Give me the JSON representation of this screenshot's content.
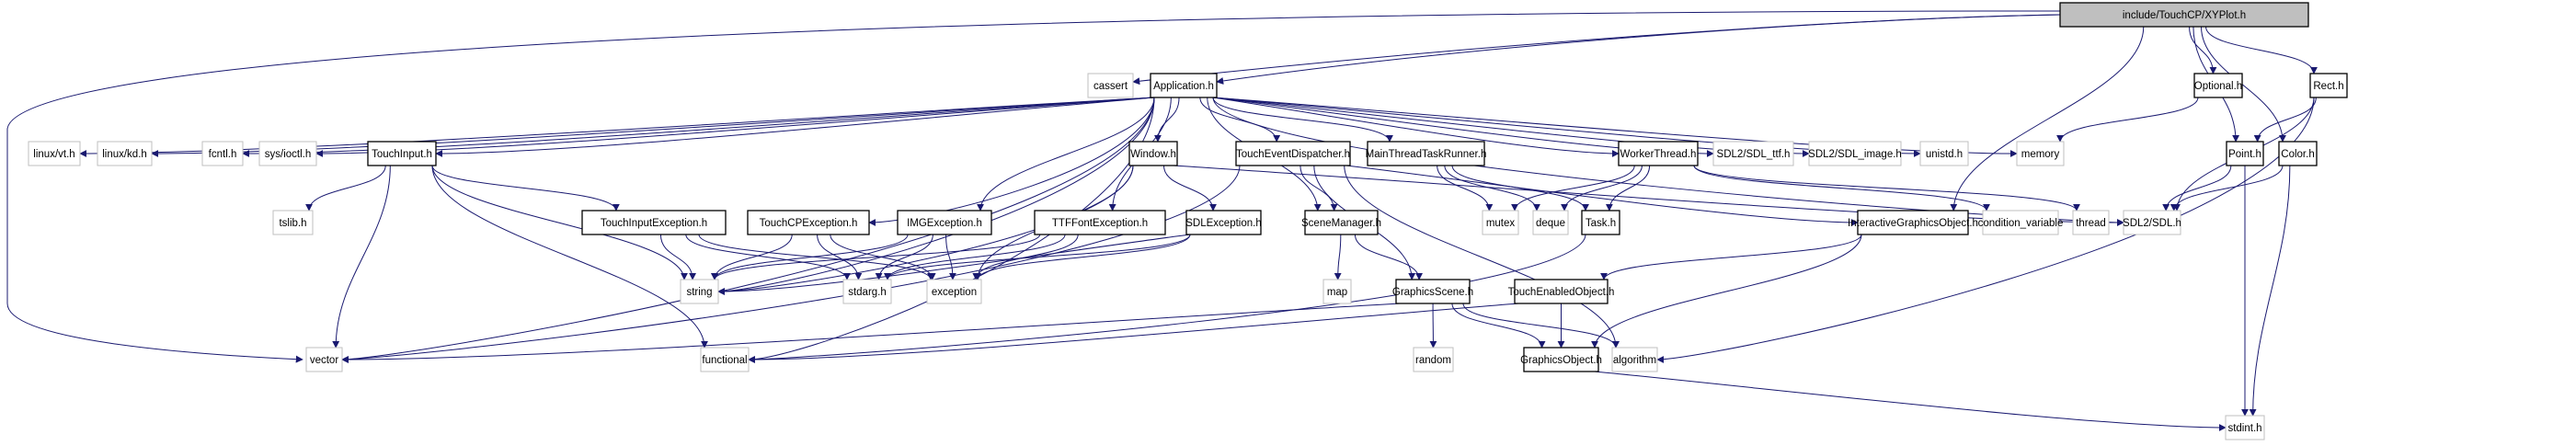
{
  "title": "include/TouchCP/XYPlot.h",
  "graph": {
    "edge_color": "#191970",
    "root_fill": "#bfbfbf",
    "internal_border": "#000000",
    "external_border": "#bfbfbf",
    "nodes": [
      {
        "id": "xyplot",
        "label": "include/TouchCP/XYPlot.h",
        "kind": "root"
      },
      {
        "id": "cassert",
        "label": "cassert",
        "kind": "external"
      },
      {
        "id": "application",
        "label": "Application.h",
        "kind": "internal"
      },
      {
        "id": "optional",
        "label": "Optional.h",
        "kind": "internal"
      },
      {
        "id": "rect",
        "label": "Rect.h",
        "kind": "internal"
      },
      {
        "id": "linuxvt",
        "label": "linux/vt.h",
        "kind": "external"
      },
      {
        "id": "linuxkd",
        "label": "linux/kd.h",
        "kind": "external"
      },
      {
        "id": "fcntl",
        "label": "fcntl.h",
        "kind": "external"
      },
      {
        "id": "sysioctl",
        "label": "sys/ioctl.h",
        "kind": "external"
      },
      {
        "id": "touchinput",
        "label": "TouchInput.h",
        "kind": "internal"
      },
      {
        "id": "window",
        "label": "Window.h",
        "kind": "internal"
      },
      {
        "id": "toucheventdispatcher",
        "label": "TouchEventDispatcher.h",
        "kind": "internal"
      },
      {
        "id": "mainthreadtaskrunner",
        "label": "MainThreadTaskRunner.h",
        "kind": "internal"
      },
      {
        "id": "workerthread",
        "label": "WorkerThread.h",
        "kind": "internal"
      },
      {
        "id": "sdlttf",
        "label": "SDL2/SDL_ttf.h",
        "kind": "external"
      },
      {
        "id": "sdlimage",
        "label": "SDL2/SDL_image.h",
        "kind": "external"
      },
      {
        "id": "unistd",
        "label": "unistd.h",
        "kind": "external"
      },
      {
        "id": "memory",
        "label": "memory",
        "kind": "external"
      },
      {
        "id": "point",
        "label": "Point.h",
        "kind": "internal"
      },
      {
        "id": "color",
        "label": "Color.h",
        "kind": "internal"
      },
      {
        "id": "tslib",
        "label": "tslib.h",
        "kind": "external"
      },
      {
        "id": "touchinputexception",
        "label": "TouchInputException.h",
        "kind": "internal"
      },
      {
        "id": "touchcpexception",
        "label": "TouchCPException.h",
        "kind": "internal"
      },
      {
        "id": "imgexception",
        "label": "IMGException.h",
        "kind": "internal"
      },
      {
        "id": "ttffontexception",
        "label": "TTFFontException.h",
        "kind": "internal"
      },
      {
        "id": "sdlexception",
        "label": "SDLException.h",
        "kind": "internal"
      },
      {
        "id": "scenemanager",
        "label": "SceneManager.h",
        "kind": "internal"
      },
      {
        "id": "mutex",
        "label": "mutex",
        "kind": "external"
      },
      {
        "id": "deque",
        "label": "deque",
        "kind": "external"
      },
      {
        "id": "task",
        "label": "Task.h",
        "kind": "internal"
      },
      {
        "id": "interactivegraphicsobject",
        "label": "InteractiveGraphicsObject.h",
        "kind": "internal"
      },
      {
        "id": "conditionvariable",
        "label": "condition_variable",
        "kind": "external"
      },
      {
        "id": "thread",
        "label": "thread",
        "kind": "external"
      },
      {
        "id": "sdl",
        "label": "SDL2/SDL.h",
        "kind": "external"
      },
      {
        "id": "string",
        "label": "string",
        "kind": "external"
      },
      {
        "id": "stdarg",
        "label": "stdarg.h",
        "kind": "external"
      },
      {
        "id": "exception",
        "label": "exception",
        "kind": "external"
      },
      {
        "id": "map",
        "label": "map",
        "kind": "external"
      },
      {
        "id": "graphicsscene",
        "label": "GraphicsScene.h",
        "kind": "internal"
      },
      {
        "id": "touchenabledobject",
        "label": "TouchEnabledObject.h",
        "kind": "internal"
      },
      {
        "id": "vector",
        "label": "vector",
        "kind": "external"
      },
      {
        "id": "functional",
        "label": "functional",
        "kind": "external"
      },
      {
        "id": "random",
        "label": "random",
        "kind": "external"
      },
      {
        "id": "graphicsobject",
        "label": "GraphicsObject.h",
        "kind": "internal"
      },
      {
        "id": "algorithm",
        "label": "algorithm",
        "kind": "external"
      },
      {
        "id": "stdint",
        "label": "stdint.h",
        "kind": "external"
      }
    ],
    "edges": [
      [
        "xyplot",
        "cassert"
      ],
      [
        "xyplot",
        "application"
      ],
      [
        "xyplot",
        "optional"
      ],
      [
        "xyplot",
        "rect"
      ],
      [
        "xyplot",
        "point"
      ],
      [
        "xyplot",
        "color"
      ],
      [
        "xyplot",
        "vector"
      ],
      [
        "xyplot",
        "interactivegraphicsobject"
      ],
      [
        "application",
        "linuxvt"
      ],
      [
        "application",
        "linuxkd"
      ],
      [
        "application",
        "fcntl"
      ],
      [
        "application",
        "sysioctl"
      ],
      [
        "application",
        "touchinput"
      ],
      [
        "application",
        "window"
      ],
      [
        "application",
        "toucheventdispatcher"
      ],
      [
        "application",
        "mainthreadtaskrunner"
      ],
      [
        "application",
        "workerthread"
      ],
      [
        "application",
        "sdlttf"
      ],
      [
        "application",
        "sdlimage"
      ],
      [
        "application",
        "unistd"
      ],
      [
        "application",
        "memory"
      ],
      [
        "application",
        "sdl"
      ],
      [
        "application",
        "touchcpexception"
      ],
      [
        "application",
        "imgexception"
      ],
      [
        "application",
        "ttffontexception"
      ],
      [
        "application",
        "scenemanager"
      ],
      [
        "application",
        "string"
      ],
      [
        "application",
        "functional"
      ],
      [
        "application",
        "vector"
      ],
      [
        "optional",
        "memory"
      ],
      [
        "rect",
        "point"
      ],
      [
        "rect",
        "sdl"
      ],
      [
        "rect",
        "algorithm"
      ],
      [
        "point",
        "sdl"
      ],
      [
        "point",
        "stdint"
      ],
      [
        "color",
        "sdl"
      ],
      [
        "color",
        "stdint"
      ],
      [
        "touchinput",
        "tslib"
      ],
      [
        "touchinput",
        "touchinputexception"
      ],
      [
        "touchinput",
        "string"
      ],
      [
        "touchinput",
        "vector"
      ],
      [
        "touchinput",
        "functional"
      ],
      [
        "touchinputexception",
        "string"
      ],
      [
        "touchinputexception",
        "stdarg"
      ],
      [
        "touchinputexception",
        "exception"
      ],
      [
        "touchcpexception",
        "string"
      ],
      [
        "touchcpexception",
        "stdarg"
      ],
      [
        "touchcpexception",
        "exception"
      ],
      [
        "imgexception",
        "string"
      ],
      [
        "imgexception",
        "stdarg"
      ],
      [
        "imgexception",
        "exception"
      ],
      [
        "ttffontexception",
        "string"
      ],
      [
        "ttffontexception",
        "stdarg"
      ],
      [
        "ttffontexception",
        "exception"
      ],
      [
        "sdlexception",
        "string"
      ],
      [
        "sdlexception",
        "stdarg"
      ],
      [
        "sdlexception",
        "exception"
      ],
      [
        "window",
        "sdlexception"
      ],
      [
        "window",
        "string"
      ],
      [
        "window",
        "exception"
      ],
      [
        "window",
        "sdl"
      ],
      [
        "toucheventdispatcher",
        "scenemanager"
      ],
      [
        "toucheventdispatcher",
        "graphicsscene"
      ],
      [
        "toucheventdispatcher",
        "interactivegraphicsobject"
      ],
      [
        "toucheventdispatcher",
        "vector"
      ],
      [
        "toucheventdispatcher",
        "algorithm"
      ],
      [
        "mainthreadtaskrunner",
        "mutex"
      ],
      [
        "mainthreadtaskrunner",
        "deque"
      ],
      [
        "mainthreadtaskrunner",
        "task"
      ],
      [
        "workerthread",
        "mutex"
      ],
      [
        "workerthread",
        "deque"
      ],
      [
        "workerthread",
        "task"
      ],
      [
        "workerthread",
        "conditionvariable"
      ],
      [
        "workerthread",
        "thread"
      ],
      [
        "scenemanager",
        "map"
      ],
      [
        "scenemanager",
        "graphicsscene"
      ],
      [
        "graphicsscene",
        "random"
      ],
      [
        "graphicsscene",
        "graphicsobject"
      ],
      [
        "graphicsscene",
        "algorithm"
      ],
      [
        "graphicsscene",
        "vector"
      ],
      [
        "task",
        "functional"
      ],
      [
        "interactivegraphicsobject",
        "touchenabledobject"
      ],
      [
        "interactivegraphicsobject",
        "graphicsobject"
      ],
      [
        "touchenabledobject",
        "graphicsobject"
      ],
      [
        "touchenabledobject",
        "functional"
      ],
      [
        "graphicsobject",
        "stdint"
      ]
    ]
  }
}
